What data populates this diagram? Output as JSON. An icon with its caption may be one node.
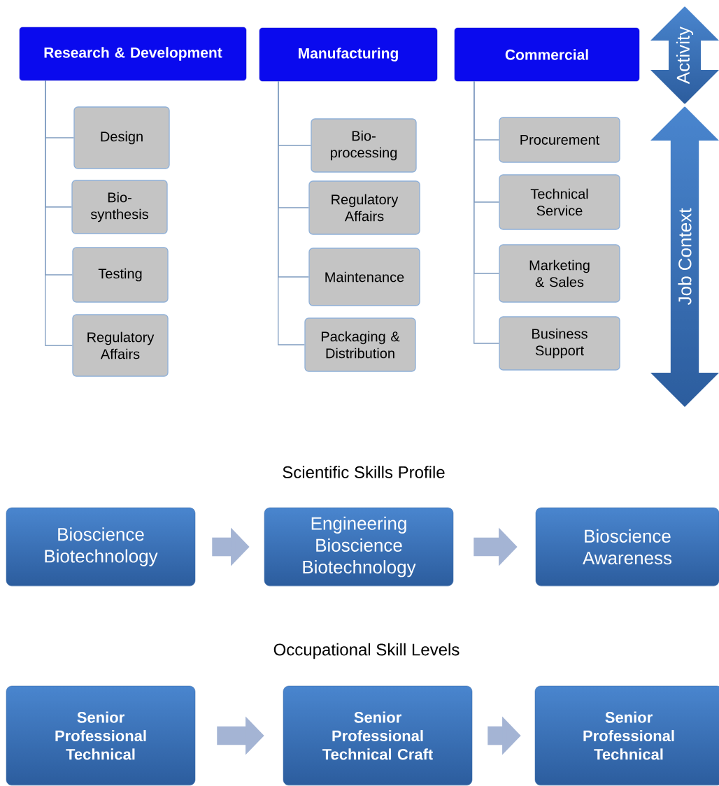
{
  "diagram": {
    "nodes": [
      {
        "text": [
          "Research & Development"
        ]
      },
      {
        "text": [
          "Design"
        ]
      },
      {
        "text": [
          "Bio-synthesis"
        ]
      },
      {
        "text": [
          "Testing"
        ]
      },
      {
        "text": [
          "Regulatory Affairs"
        ]
      },
      {
        "text": [
          "Manufacturing"
        ]
      },
      {
        "text": [
          "Bio-processing"
        ]
      },
      {
        "text": [
          "Regulatory Affairs"
        ]
      },
      {
        "text": [
          "Maintenance"
        ]
      },
      {
        "text": [
          "Packaging & Distribution"
        ]
      },
      {
        "text": [
          "Commercial"
        ]
      },
      {
        "text": [
          "Procurement"
        ]
      },
      {
        "text": [
          "Technical Service"
        ]
      },
      {
        "text": [
          "Marketing & Sales"
        ]
      },
      {
        "text": [
          "Business Support"
        ]
      },
      {
        "text": [
          "Activity"
        ]
      },
      {
        "text": [
          "Job Context"
        ]
      },
      {
        "text": [
          "Bioscience Biotechnology"
        ]
      },
      {
        "text": [
          "Engineering Bioscience Biotechnology"
        ]
      },
      {
        "text": [
          "Bioscience Awareness"
        ]
      },
      {
        "text": [
          "Senior Professional Technical"
        ]
      },
      {
        "text": [
          "Senior Professional Technical Craft"
        ]
      },
      {
        "text": [
          "Senior Professional Technical"
        ]
      }
    ],
    "edges": [
      {
        "from": 0,
        "to": 1,
        "arrow": "none"
      },
      {
        "from": 0,
        "to": 2,
        "arrow": "none"
      },
      {
        "from": 0,
        "to": 3,
        "arrow": "none"
      },
      {
        "from": 0,
        "to": 4,
        "arrow": "none"
      },
      {
        "from": 5,
        "to": 6,
        "arrow": "none"
      },
      {
        "from": 5,
        "to": 7,
        "arrow": "none"
      },
      {
        "from": 5,
        "to": 8,
        "arrow": "none"
      },
      {
        "from": 5,
        "to": 9,
        "arrow": "none"
      },
      {
        "from": 10,
        "to": 11,
        "arrow": "none"
      },
      {
        "from": 10,
        "to": 12,
        "arrow": "none"
      },
      {
        "from": 10,
        "to": 13,
        "arrow": "none"
      },
      {
        "from": 10,
        "to": 14,
        "arrow": "none"
      },
      {
        "from": 17,
        "to": 18,
        "arrow": "to",
        "style": "thick",
        "color": "#a4b4d4"
      },
      {
        "from": 18,
        "to": 19,
        "arrow": "to",
        "style": "thick",
        "color": "#a4b4d4"
      },
      {
        "from": 20,
        "to": 21,
        "arrow": "to",
        "style": "thick",
        "color": "#a4b4d4"
      },
      {
        "from": 21,
        "to": 22,
        "arrow": "to",
        "style": "thick",
        "color": "#a4b4d4"
      }
    ],
    "labels": [
      "Scientific Skills Profile",
      "Occupational Skill Levels"
    ]
  }
}
